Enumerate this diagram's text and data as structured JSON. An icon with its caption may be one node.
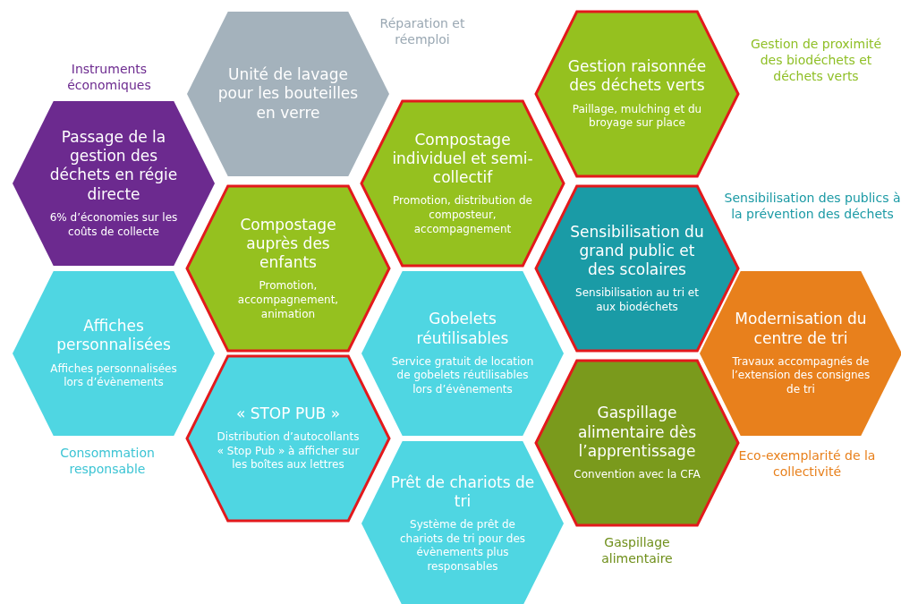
{
  "diagram": {
    "nodes": [
      {
        "text": [
          "Passage de la gestion des déchets en régie directe",
          "6% d’économies sur les coûts de collecte"
        ]
      },
      {
        "text": [
          "Affiches personnalisées",
          "Affiches personnalisées lors d’évènements"
        ]
      },
      {
        "text": [
          "Unité de lavage pour les bouteilles en verre"
        ]
      },
      {
        "text": [
          "Compostage auprès des enfants",
          "Promotion, accompagnement, animation"
        ]
      },
      {
        "text": [
          "« STOP PUB »",
          "Distribution d’autocollants « Stop Pub » à afficher sur les boîtes aux lettres"
        ]
      },
      {
        "text": [
          "Compostage individuel et semi-collectif",
          "Promotion, distribution de composteur, accompagnement"
        ]
      },
      {
        "text": [
          "Gobelets réutilisables",
          "Service gratuit de location de gobelets réutilisables lors d’évènements"
        ]
      },
      {
        "text": [
          "Prêt de chariots de tri",
          "Système de prêt de chariots de tri pour des évènements plus responsables"
        ]
      },
      {
        "text": [
          "Gestion raisonnée des déchets verts",
          "Paillage, mulching et du broyage sur place"
        ]
      },
      {
        "text": [
          "Sensibilisation du grand public et des scolaires",
          "Sensibilisation au tri et aux biodéchets"
        ]
      },
      {
        "text": [
          "Gaspillage alimentaire dès l’apprentissage",
          "Convention avec la CFA"
        ]
      },
      {
        "text": [
          "Modernisation du centre de tri",
          "Travaux accompagnés de l’extension des consignes de tri"
        ]
      }
    ],
    "labels": [
      "Réparation et réemploi",
      "Gestion de proximité des biodéchets et déchets verts",
      "Instruments économiques",
      "Sensibilisation des publics à la prévention des déchets",
      "Eco-exemplarité de la collectivité",
      "Consommation responsable",
      "Gaspillage alimentaire"
    ]
  }
}
